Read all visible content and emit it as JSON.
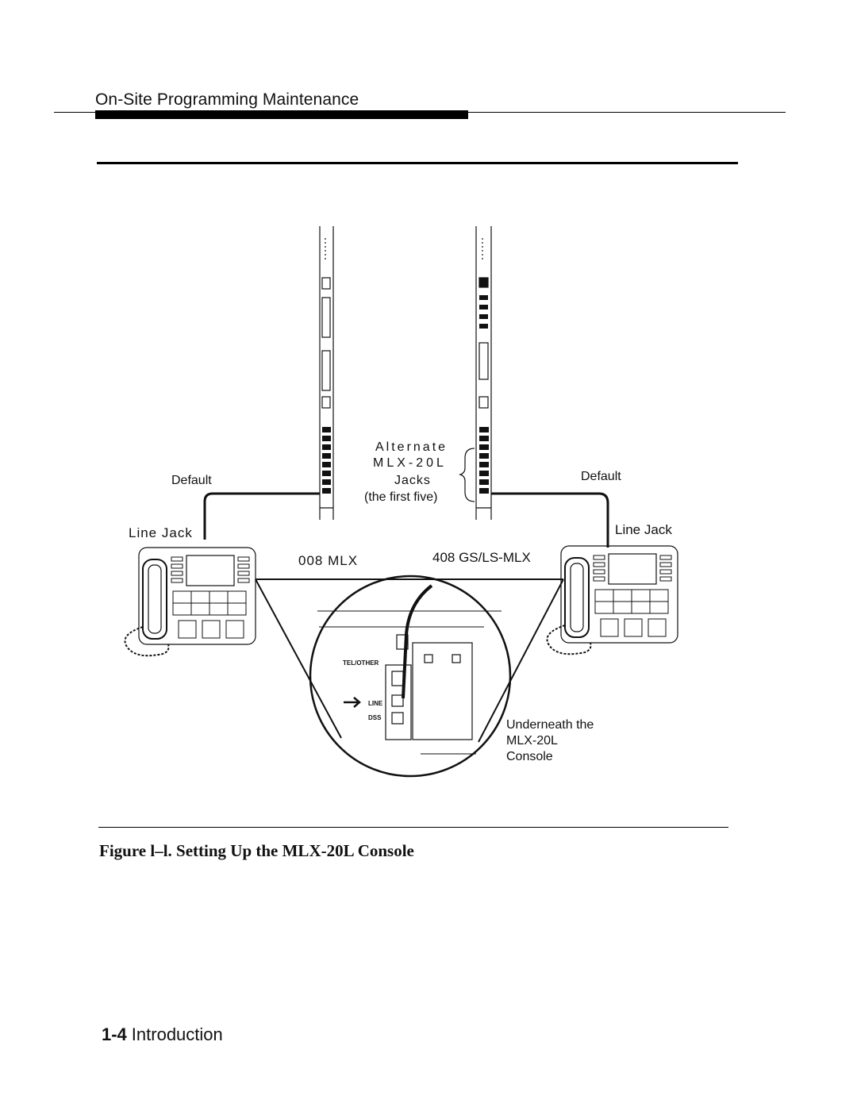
{
  "header": {
    "title": "On-Site Programming Maintenance"
  },
  "figure": {
    "labels": {
      "default_left": "Default",
      "default_right": "Default",
      "line_jack_left": "Line  Jack",
      "line_jack_right": "Line Jack",
      "alternate_1": "Alternate",
      "alternate_2": "MLX-20L",
      "alternate_3": "Jacks",
      "alternate_4": "(the  first  five)",
      "module_left": "008  MLX",
      "module_right": "408  GS/LS-MLX",
      "underneath_1": "Underneath  the",
      "underneath_2": "MLX-20L",
      "underneath_3": "Console",
      "jack_tel_other": "TEL/OTHER",
      "jack_line": "LINE",
      "jack_dss": "DSS"
    },
    "caption": "Figure l–l. Setting Up the MLX-20L Console"
  },
  "footer": {
    "page_number": "1-4",
    "section": "Introduction"
  }
}
